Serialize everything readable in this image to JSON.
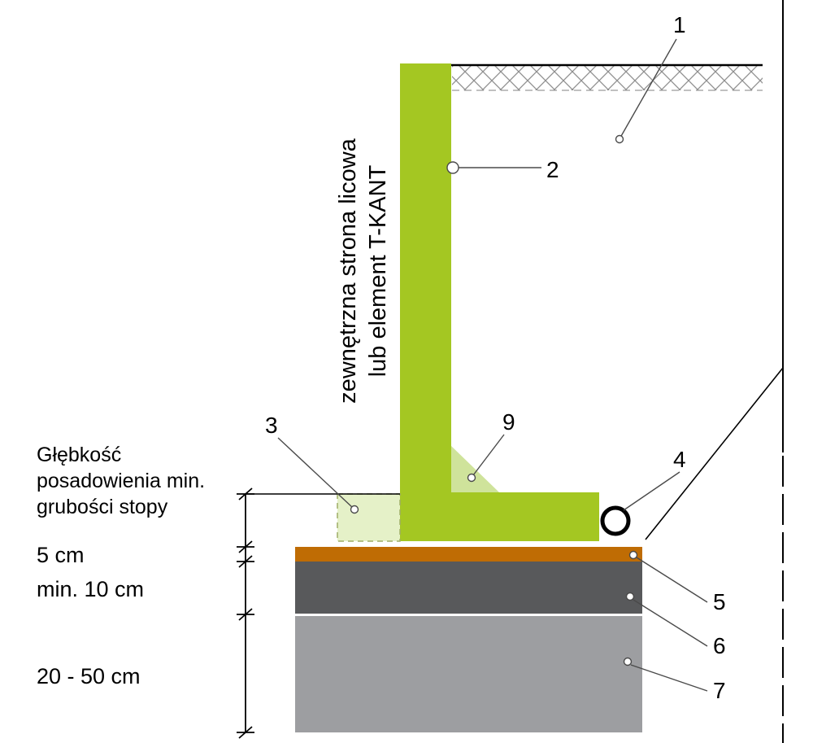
{
  "rotated_note": {
    "line1": "zewnętrzna strona licowa",
    "line2": "lub element T-KANT"
  },
  "depth_note": {
    "line1": "Głębkość",
    "line2": "posadowienia min.",
    "line3": "grubości stopy"
  },
  "dim_labels": {
    "layer_top": "5 cm",
    "layer_mid": "min. 10 cm",
    "layer_bottom": "20 - 50 cm"
  },
  "callouts": {
    "c1": "1",
    "c2": "2",
    "c3": "3",
    "c4": "4",
    "c5": "5",
    "c6": "6",
    "c7": "7",
    "c9": "9"
  },
  "colors": {
    "wall_green": "#a4c722",
    "light_green": "#dfedba",
    "triangle_green": "#cfe39b",
    "layer_orange": "#bf6c04",
    "layer_dark_gray": "#58595b",
    "layer_light_gray": "#9d9ea1"
  }
}
